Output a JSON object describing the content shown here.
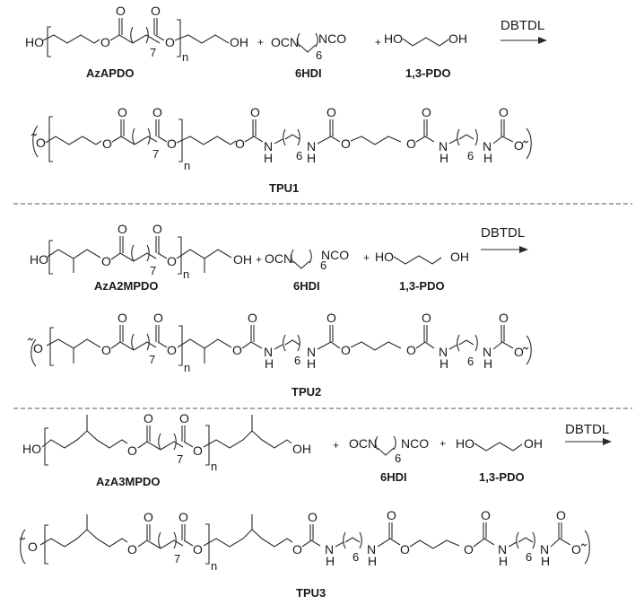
{
  "figure": {
    "type": "reaction-scheme",
    "separator_color": "#555555",
    "schemes": [
      {
        "id": "scheme-1",
        "reactants": [
          {
            "label": "AzAPDO",
            "left_end": "HO",
            "right_end": "OH",
            "repeat_subscript": "n",
            "methylene_count": "7"
          },
          {
            "label": "6HDI",
            "left_group": "OCN",
            "right_group": "NCO",
            "methylene_count": "6"
          },
          {
            "label": "1,3-PDO",
            "left_end": "HO",
            "right_end": "OH"
          }
        ],
        "plus_sign": "+",
        "catalyst": "DBTDL",
        "product": {
          "label": "TPU1",
          "repeat_subscript": "n",
          "ester_methylene": "7",
          "hdi_methylene_1": "6",
          "hdi_methylene_2": "6"
        }
      },
      {
        "id": "scheme-2",
        "reactants": [
          {
            "label": "AzA2MPDO",
            "left_end": "HO",
            "right_end": "OH",
            "repeat_subscript": "n",
            "methylene_count": "7"
          },
          {
            "label": "6HDI",
            "left_group": "OCN",
            "right_group": "NCO",
            "methylene_count": "6"
          },
          {
            "label": "1,3-PDO",
            "left_end": "HO",
            "right_end": "OH"
          }
        ],
        "plus_sign": "+",
        "catalyst": "DBTDL",
        "product": {
          "label": "TPU2",
          "repeat_subscript": "n",
          "ester_methylene": "7",
          "hdi_methylene_1": "6",
          "hdi_methylene_2": "6"
        }
      },
      {
        "id": "scheme-3",
        "reactants": [
          {
            "label": "AzA3MPDO",
            "left_end": "HO",
            "right_end": "OH",
            "repeat_subscript": "n",
            "methylene_count": "7"
          },
          {
            "label": "6HDI",
            "left_group": "OCN",
            "right_group": "NCO",
            "methylene_count": "6"
          },
          {
            "label": "1,3-PDO",
            "left_end": "HO",
            "right_end": "OH"
          }
        ],
        "plus_sign": "+",
        "catalyst": "DBTDL",
        "product": {
          "label": "TPU3",
          "repeat_subscript": "n",
          "ester_methylene": "7",
          "hdi_methylene_1": "6",
          "hdi_methylene_2": "6"
        }
      }
    ],
    "atoms": {
      "O": "O",
      "N": "N",
      "H": "H"
    }
  }
}
